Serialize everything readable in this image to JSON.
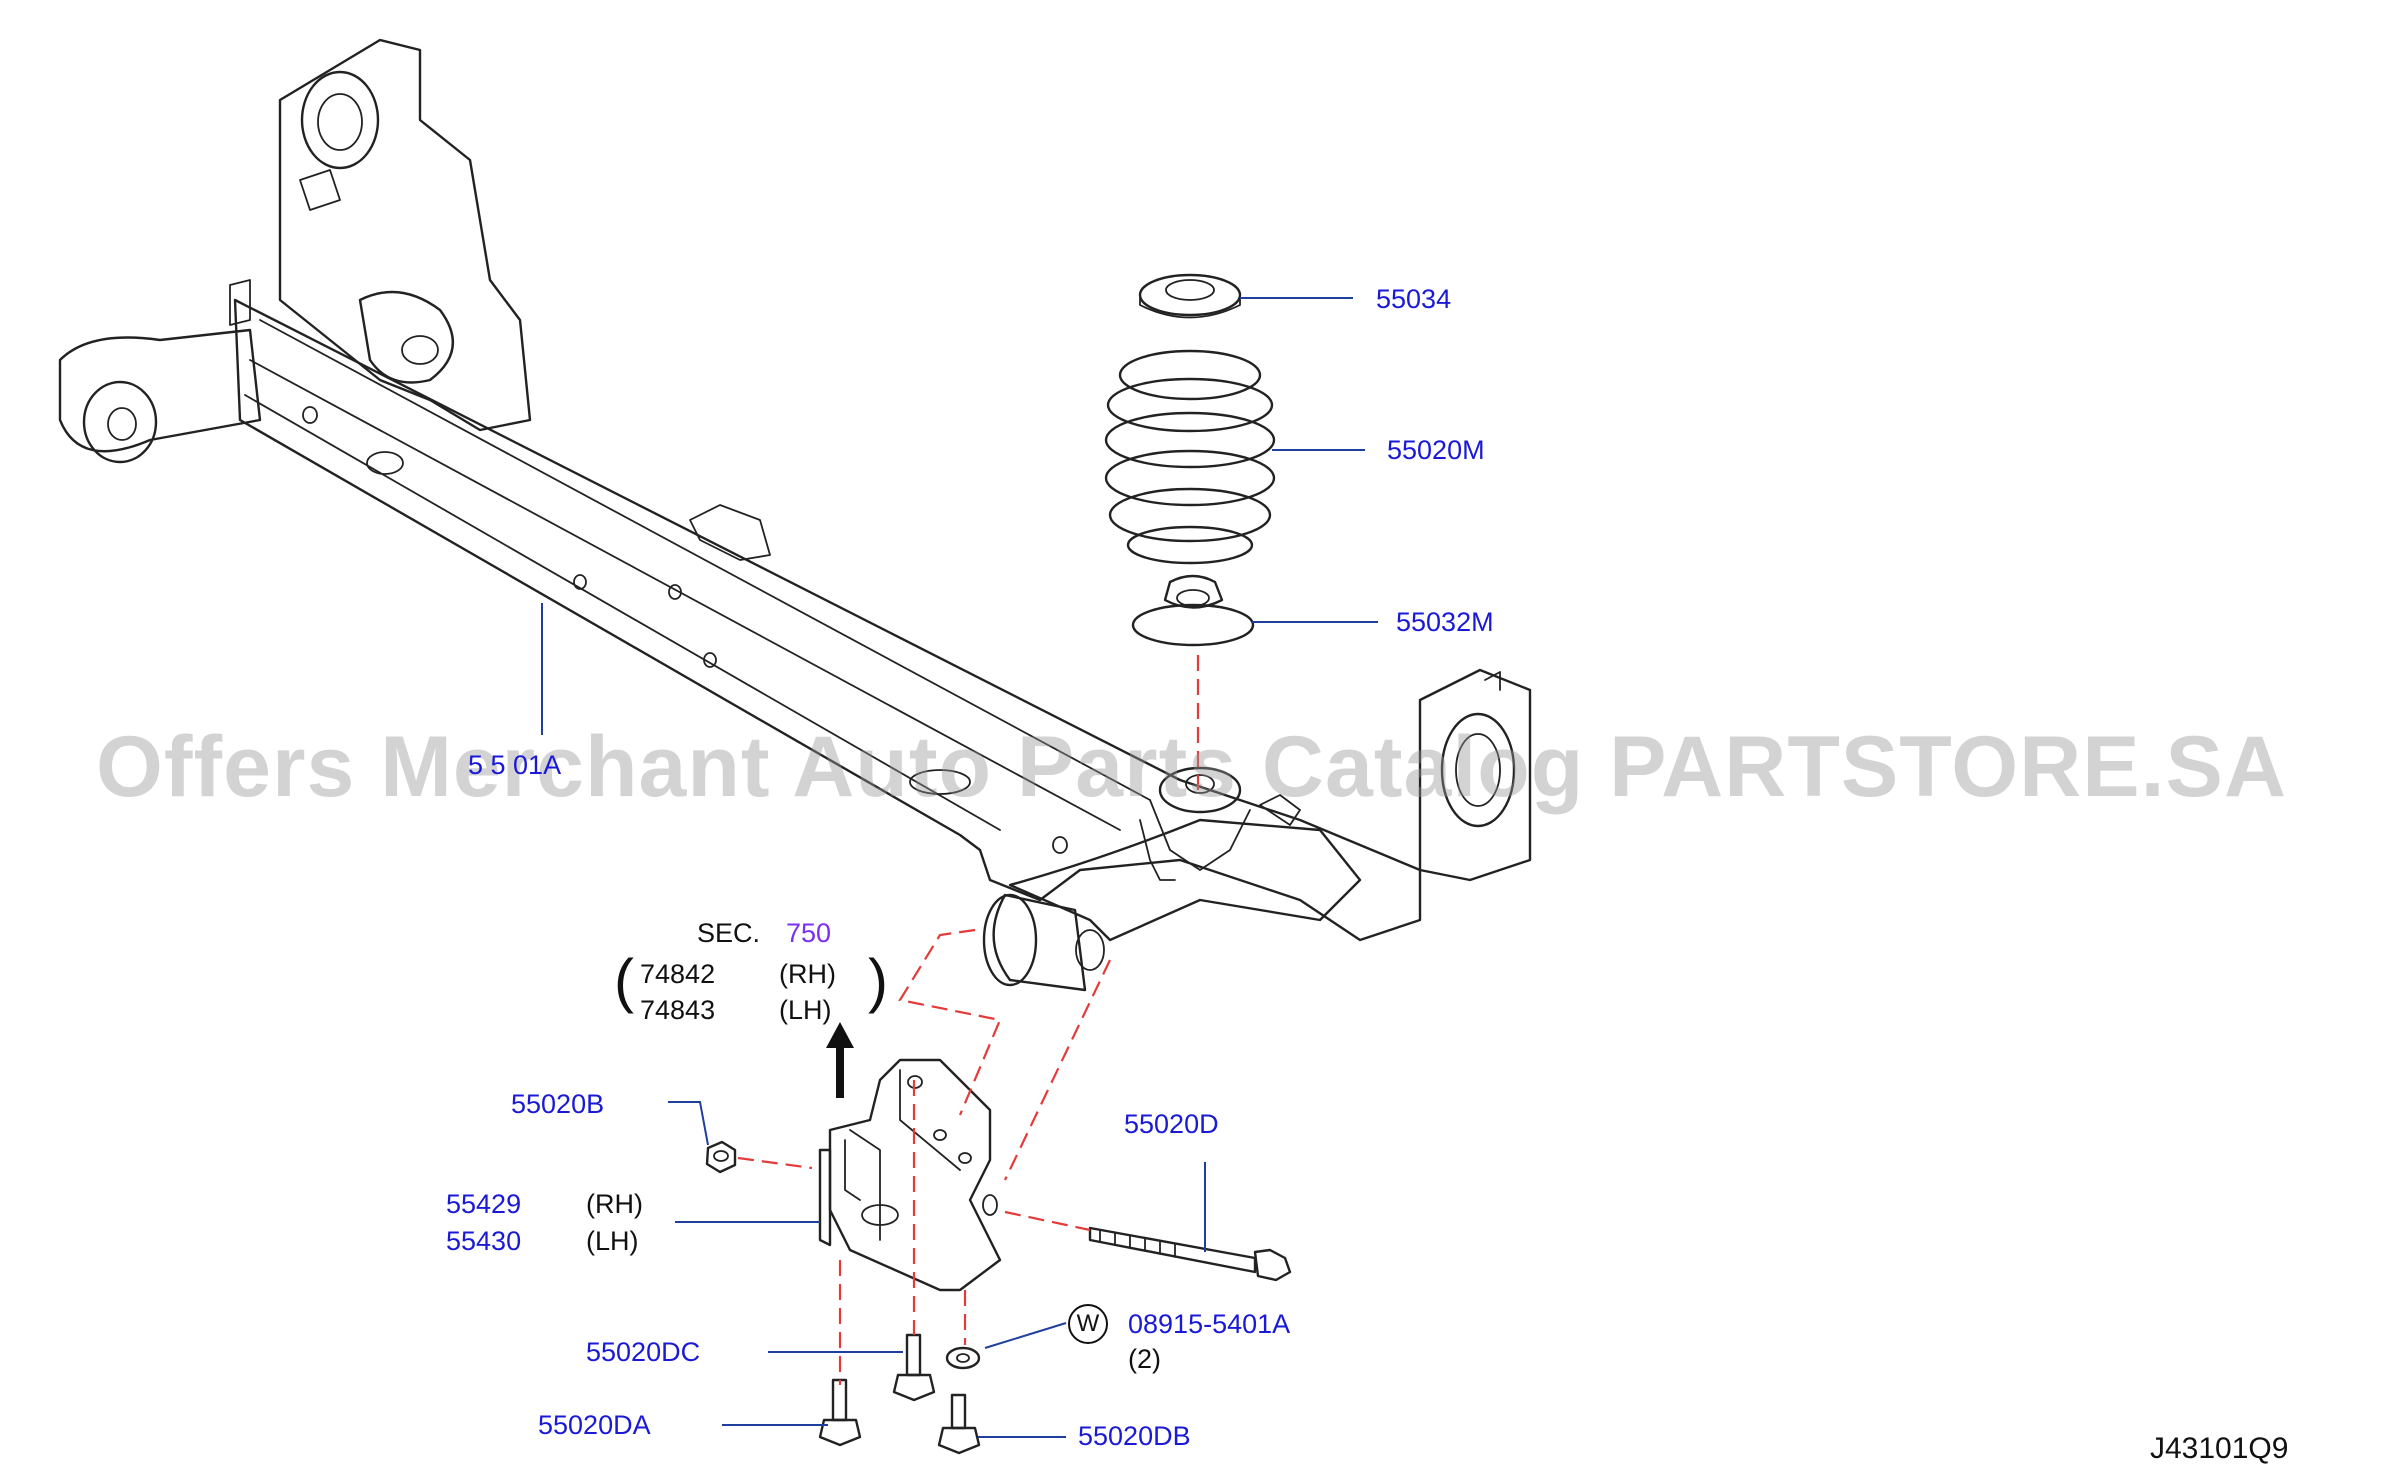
{
  "watermark": "Offers Merchant Auto Parts Catalog PARTSTORE.SA",
  "diagram_code": "J43101Q9",
  "labels": {
    "p55034": "55034",
    "p55020M": "55020M",
    "p55032M": "55032M",
    "beam": "5 5 01A",
    "sec_prefix": "SEC.",
    "sec_num": "750",
    "p74842": "74842",
    "p74843": "74843",
    "rh": "(RH)",
    "lh": "(LH)",
    "p55020B": "55020B",
    "p55429": "55429",
    "p55430": "55430",
    "p55020D": "55020D",
    "w_symbol": "W",
    "p08915": "08915-5401A",
    "qty": "(2)",
    "p55020DC": "55020DC",
    "p55020DA": "55020DA",
    "p55020DB": "55020DB"
  },
  "colors": {
    "part_label": "#1a1ad6",
    "leader": "#1e3f9e",
    "dashed": "#e53a3a",
    "section": "#7b2ff2"
  }
}
